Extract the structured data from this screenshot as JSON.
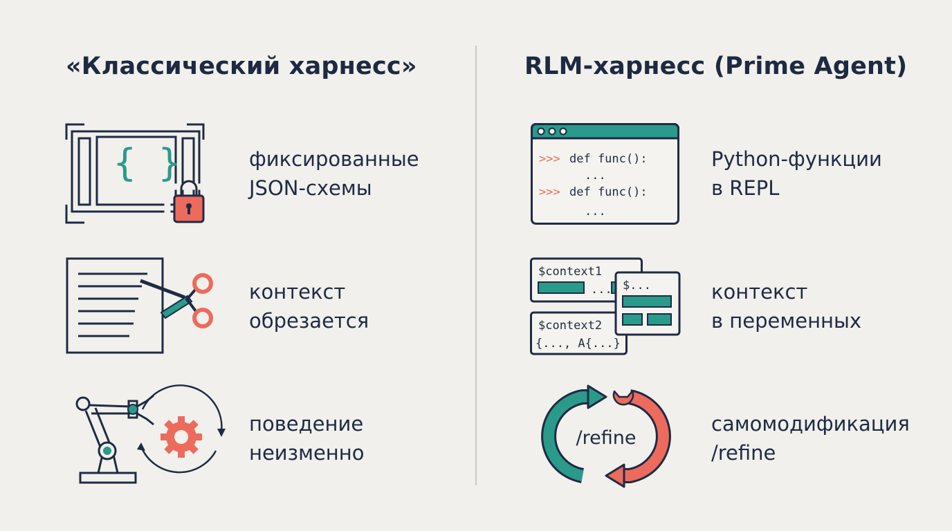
{
  "colors": {
    "background": "#f1f0ec",
    "ink": "#1f2a44",
    "teal": "#2a9a8b",
    "coral": "#ec6b5c",
    "divider": "#c9c7c1"
  },
  "left": {
    "title": "«Классический харнесс»",
    "rows": [
      {
        "icon": "locked-json-braces-icon",
        "braces": "{ }",
        "line1": "фиксированные",
        "line2": "JSON-схемы"
      },
      {
        "icon": "cut-document-icon",
        "line1": "контекст",
        "line2": "обрезается"
      },
      {
        "icon": "robot-arm-gear-icon",
        "line1": "поведение",
        "line2": "неизменно"
      }
    ]
  },
  "right": {
    "title": "RLM-харнесс (Prime Agent)",
    "rows": [
      {
        "icon": "repl-window-icon",
        "code": {
          "prompt": ">>>",
          "line1": "def func():",
          "ellipsis": "...",
          "line2": "def func():"
        },
        "line1": "Python-функции",
        "line2": "в REPL"
      },
      {
        "icon": "context-variables-icon",
        "cards": {
          "card1": "$context1",
          "card1_dots": "...",
          "card2": "$context2",
          "card2_value": "{..., A{...}",
          "card3": "$..."
        },
        "line1": "контекст",
        "line2": "в переменных"
      },
      {
        "icon": "refine-cycle-icon",
        "center_label": "/refine",
        "line1": "самомодификация",
        "line2": "/refine"
      }
    ]
  }
}
